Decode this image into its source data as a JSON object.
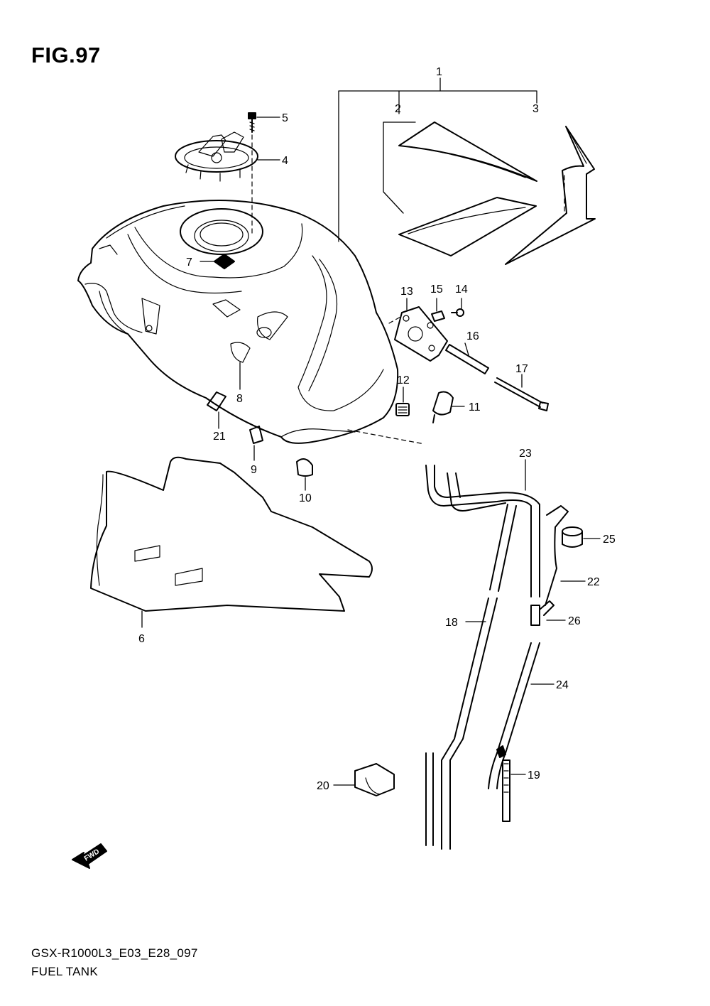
{
  "figure": {
    "title": "FIG.97",
    "model_code": "GSX-R1000L3_E03_E28_097",
    "caption": "FUEL TANK"
  },
  "fwd_marker": "FWD",
  "callouts": [
    {
      "id": "c1",
      "label": "1"
    },
    {
      "id": "c2",
      "label": "2"
    },
    {
      "id": "c3",
      "label": "3"
    },
    {
      "id": "c4",
      "label": "4"
    },
    {
      "id": "c5",
      "label": "5"
    },
    {
      "id": "c6",
      "label": "6"
    },
    {
      "id": "c7",
      "label": "7"
    },
    {
      "id": "c8",
      "label": "8"
    },
    {
      "id": "c9",
      "label": "9"
    },
    {
      "id": "c10",
      "label": "10"
    },
    {
      "id": "c11",
      "label": "11"
    },
    {
      "id": "c12",
      "label": "12"
    },
    {
      "id": "c13",
      "label": "13"
    },
    {
      "id": "c14",
      "label": "14"
    },
    {
      "id": "c15",
      "label": "15"
    },
    {
      "id": "c16",
      "label": "16"
    },
    {
      "id": "c17",
      "label": "17"
    },
    {
      "id": "c18",
      "label": "18"
    },
    {
      "id": "c19",
      "label": "19"
    },
    {
      "id": "c20",
      "label": "20"
    },
    {
      "id": "c21",
      "label": "21"
    },
    {
      "id": "c22",
      "label": "22"
    },
    {
      "id": "c23",
      "label": "23"
    },
    {
      "id": "c24",
      "label": "24"
    },
    {
      "id": "c25",
      "label": "25"
    },
    {
      "id": "c26",
      "label": "26"
    }
  ]
}
